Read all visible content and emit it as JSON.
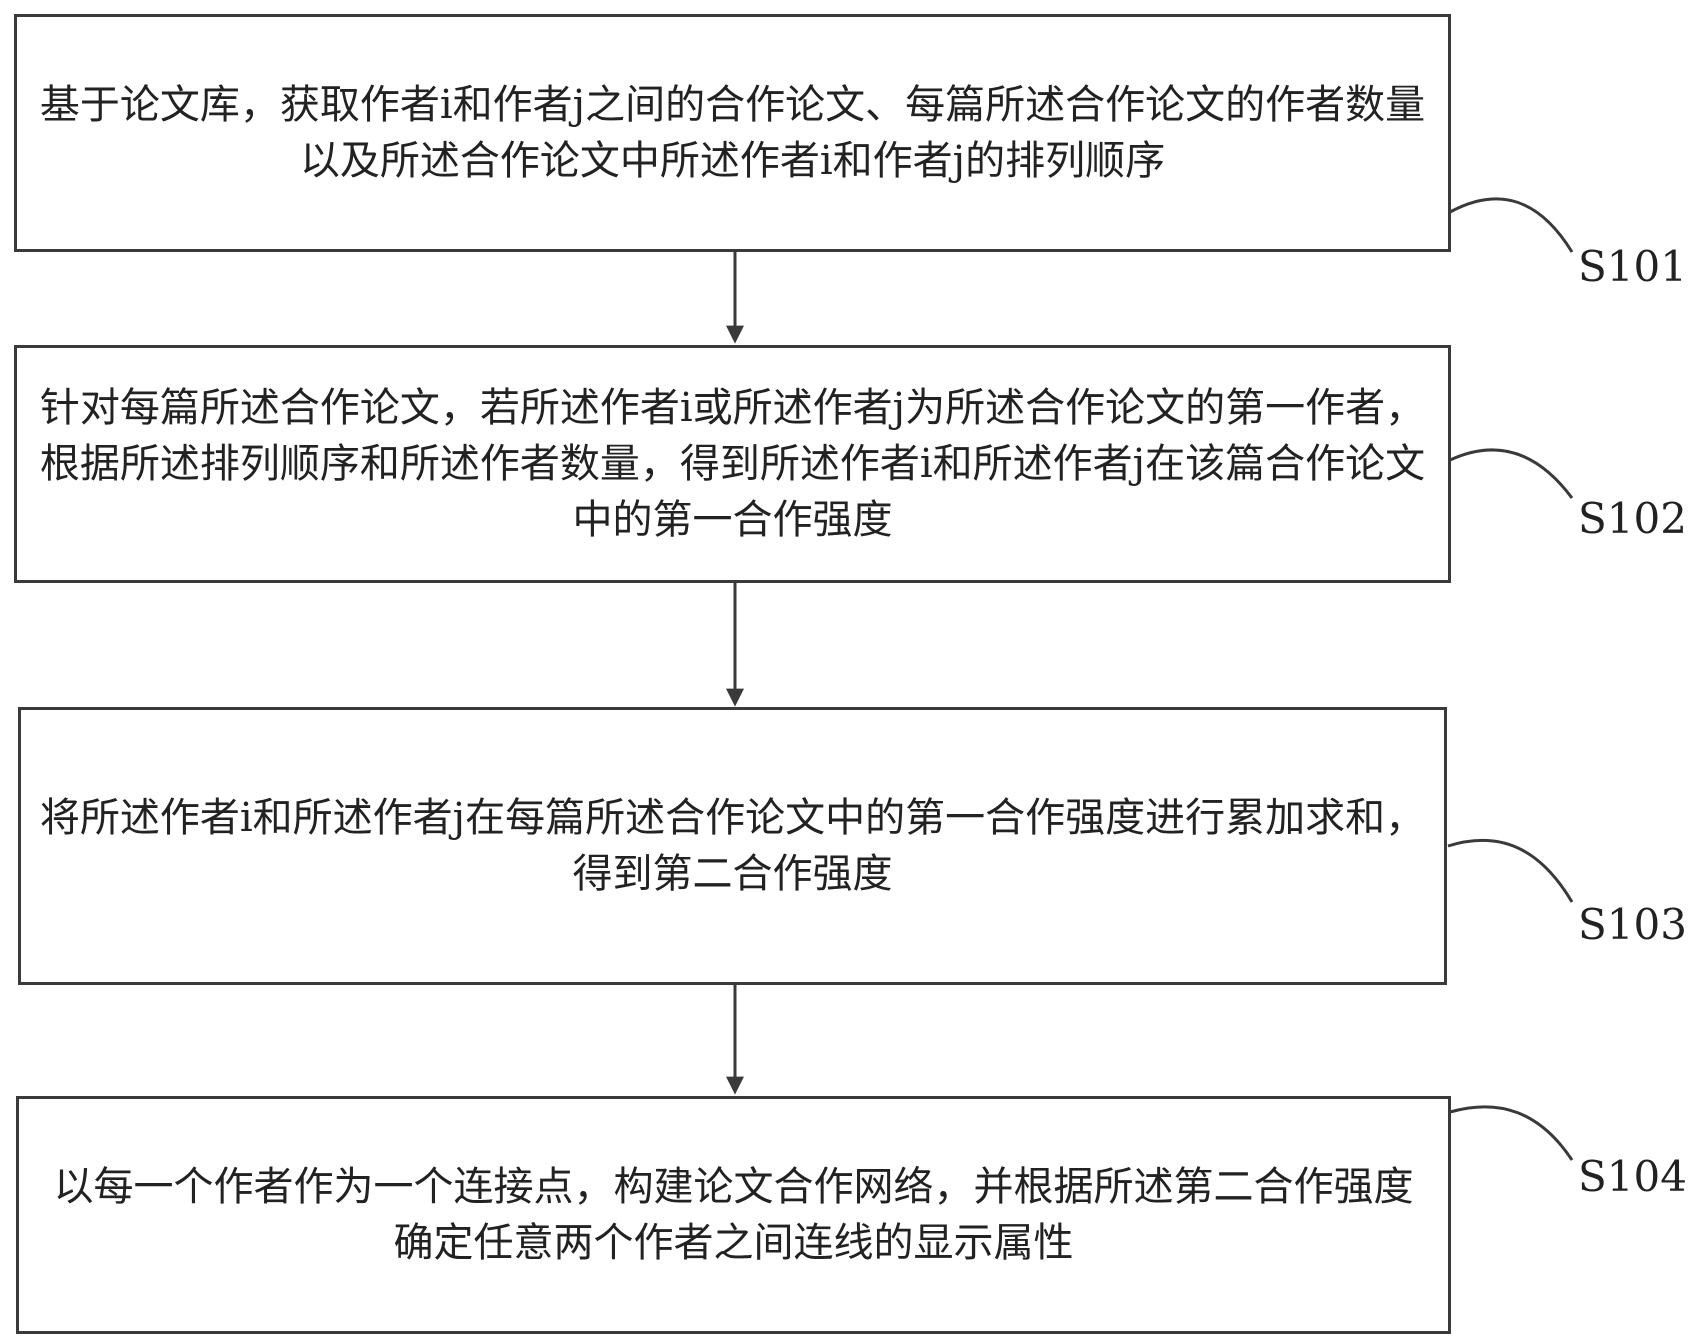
{
  "steps": [
    {
      "id": "S101",
      "label": "S101",
      "text": "基于论文库，获取作者i和作者j之间的合作论文、每篇所述合作论文的作者数量以及所述合作论文中所述作者i和作者j的排列顺序"
    },
    {
      "id": "S102",
      "label": "S102",
      "text": "针对每篇所述合作论文，若所述作者i或所述作者j为所述合作论文的第一作者，根据所述排列顺序和所述作者数量，得到所述作者i和所述作者j在该篇合作论文中的第一合作强度"
    },
    {
      "id": "S103",
      "label": "S103",
      "text": "将所述作者i和所述作者j在每篇所述合作论文中的第一合作强度进行累加求和，得到第二合作强度"
    },
    {
      "id": "S104",
      "label": "S104",
      "text": "以每一个作者作为一个连接点，构建论文合作网络，并根据所述第二合作强度确定任意两个作者之间连线的显示属性"
    }
  ],
  "colors": {
    "line": "#3a3a3a",
    "text": "#222222"
  }
}
